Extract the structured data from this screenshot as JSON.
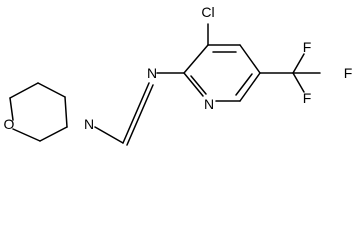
{
  "atoms": {
    "chlorine": "Cl",
    "imine_nitrogen": "N",
    "ring_nitrogen": "N",
    "morpholine_oxygen": "O",
    "morpholine_nitrogen": "N",
    "fluorine_1": "F",
    "fluorine_2": "F",
    "fluorine_3": "F"
  },
  "colors": {
    "bond": "#000000",
    "label": "#000000",
    "background": "#ffffff"
  }
}
